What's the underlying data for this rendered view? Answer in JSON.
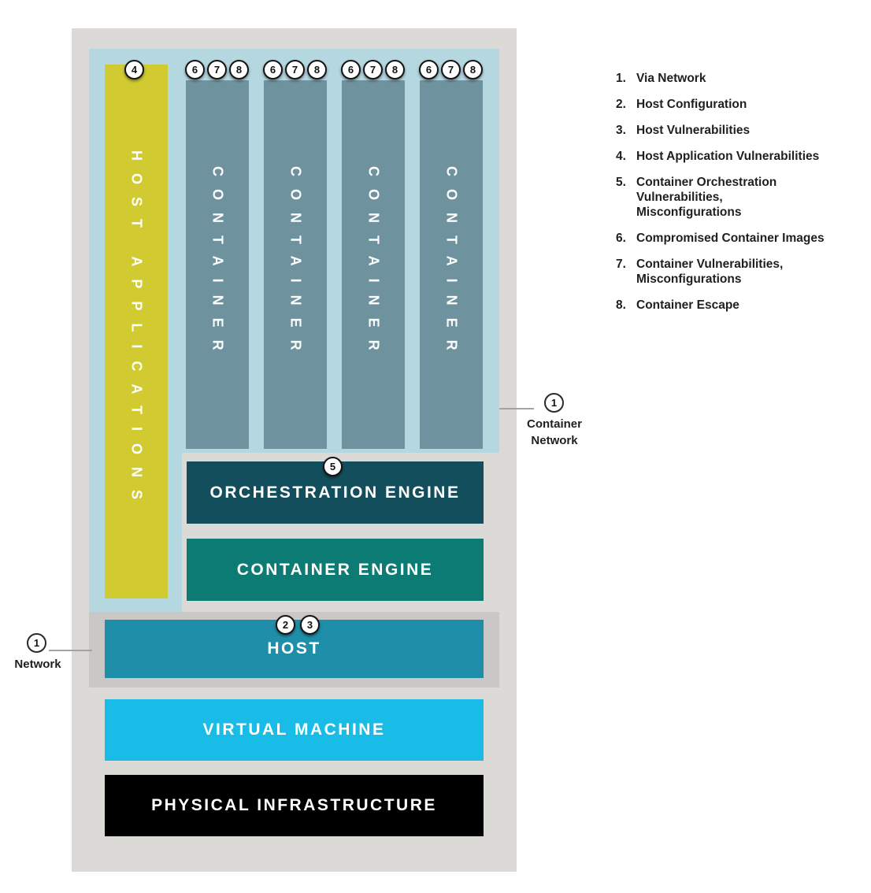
{
  "stack": {
    "host_applications": {
      "label": "HOST APPLICATIONS",
      "badge": "4"
    },
    "containers": [
      {
        "label": "CONTAINER",
        "badges": [
          "6",
          "7",
          "8"
        ]
      },
      {
        "label": "CONTAINER",
        "badges": [
          "6",
          "7",
          "8"
        ]
      },
      {
        "label": "CONTAINER",
        "badges": [
          "6",
          "7",
          "8"
        ]
      },
      {
        "label": "CONTAINER",
        "badges": [
          "6",
          "7",
          "8"
        ]
      }
    ],
    "orchestration_engine": {
      "label": "ORCHESTRATION ENGINE",
      "badge": "5"
    },
    "container_engine": {
      "label": "CONTAINER ENGINE"
    },
    "host": {
      "label": "HOST",
      "badges": [
        "2",
        "3"
      ]
    },
    "virtual_machine": {
      "label": "VIRTUAL MACHINE"
    },
    "physical_infrastructure": {
      "label": "PHYSICAL INFRASTRUCTURE"
    }
  },
  "callouts": {
    "network": {
      "number": "1",
      "label": "Network"
    },
    "container_network": {
      "number": "1",
      "label": "Container\nNetwork"
    }
  },
  "legend": {
    "items": [
      {
        "num": "1.",
        "text": "Via Network"
      },
      {
        "num": "2.",
        "text": "Host Configuration"
      },
      {
        "num": "3.",
        "text": "Host Vulnerabilities"
      },
      {
        "num": "4.",
        "text": "Host Application Vulnerabilities"
      },
      {
        "num": "5.",
        "text": "Container Orchestration\nVulnerabilities,\nMisconfigurations"
      },
      {
        "num": "6.",
        "text": "Compromised Container Images"
      },
      {
        "num": "7.",
        "text": "Container Vulnerabilities,\nMisconfigurations"
      },
      {
        "num": "8.",
        "text": "Container Escape"
      }
    ]
  },
  "colors": {
    "outer_gray": "#dbdad7",
    "host_band_gray": "#c9c8c6",
    "container_network_blue": "#b5d7e0",
    "host_applications_yellow": "#d1ca30",
    "container_teal": "#6e939e",
    "orchestration_dark_teal": "#134e5c",
    "container_engine_teal": "#0c7b73",
    "host_blue": "#1f8fa9",
    "virtual_machine_cyan": "#18bce6",
    "physical_black": "#000000"
  }
}
